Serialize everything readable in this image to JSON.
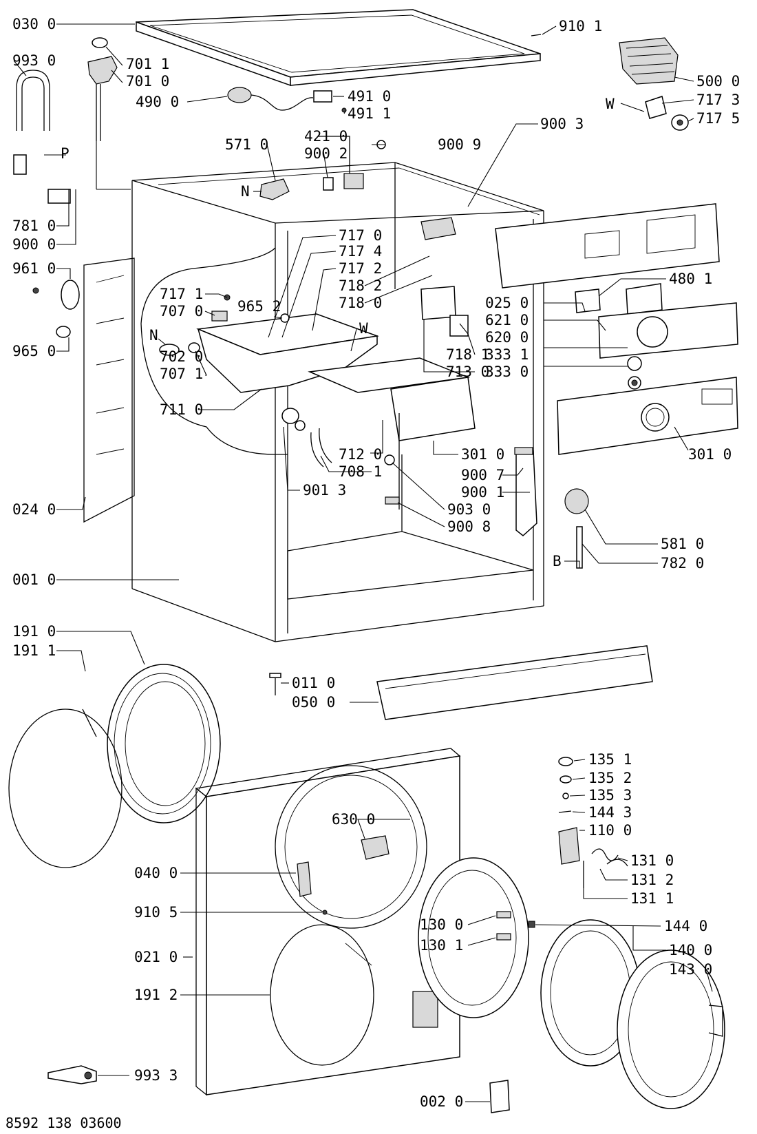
{
  "diagram": {
    "footer_code": "8592 138 03600",
    "callouts": [
      {
        "id": "c0300",
        "text": "030 0"
      },
      {
        "id": "c7011",
        "text": "701 1"
      },
      {
        "id": "c7010",
        "text": "701 0"
      },
      {
        "id": "c9930",
        "text": "993 0"
      },
      {
        "id": "c4900",
        "text": "490 0"
      },
      {
        "id": "c4910",
        "text": "491 0"
      },
      {
        "id": "c4911",
        "text": "491 1"
      },
      {
        "id": "c9101",
        "text": "910 1"
      },
      {
        "id": "c5000",
        "text": "500 0"
      },
      {
        "id": "c7173",
        "text": "717 3"
      },
      {
        "id": "c7175",
        "text": "717 5"
      },
      {
        "id": "cW1",
        "text": "W"
      },
      {
        "id": "c9003",
        "text": "900 3"
      },
      {
        "id": "c4210",
        "text": "421 0"
      },
      {
        "id": "c5710",
        "text": "571 0"
      },
      {
        "id": "c9002",
        "text": "900 2"
      },
      {
        "id": "c9009",
        "text": "900 9"
      },
      {
        "id": "cN1",
        "text": "N"
      },
      {
        "id": "cP",
        "text": "P"
      },
      {
        "id": "c7810",
        "text": "781 0"
      },
      {
        "id": "c9000",
        "text": "900 0"
      },
      {
        "id": "c7170",
        "text": "717 0"
      },
      {
        "id": "c7174",
        "text": "717 4"
      },
      {
        "id": "c7172",
        "text": "717 2"
      },
      {
        "id": "c7182",
        "text": "718 2"
      },
      {
        "id": "c7180",
        "text": "718 0"
      },
      {
        "id": "c9610",
        "text": "961 0"
      },
      {
        "id": "c7171",
        "text": "717 1"
      },
      {
        "id": "c9652",
        "text": "965 2"
      },
      {
        "id": "c7070",
        "text": "707 0"
      },
      {
        "id": "cN2",
        "text": "N"
      },
      {
        "id": "cW2",
        "text": "W"
      },
      {
        "id": "c7020",
        "text": "702 0"
      },
      {
        "id": "c7071",
        "text": "707 1"
      },
      {
        "id": "c9650",
        "text": "965 0"
      },
      {
        "id": "c7110",
        "text": "711 0"
      },
      {
        "id": "c4801",
        "text": "480 1"
      },
      {
        "id": "c0250",
        "text": "025 0"
      },
      {
        "id": "c6210",
        "text": "621 0"
      },
      {
        "id": "c6200",
        "text": "620 0"
      },
      {
        "id": "c3331",
        "text": "333 1"
      },
      {
        "id": "c3330",
        "text": "333 0"
      },
      {
        "id": "c7181",
        "text": "718 1"
      },
      {
        "id": "c7130",
        "text": "713 0"
      },
      {
        "id": "c3010a",
        "text": "301 0"
      },
      {
        "id": "c3010b",
        "text": "301 0"
      },
      {
        "id": "c7120",
        "text": "712 0"
      },
      {
        "id": "c7081",
        "text": "708 1"
      },
      {
        "id": "c9007",
        "text": "900 7"
      },
      {
        "id": "c9013",
        "text": "901 3"
      },
      {
        "id": "c9001",
        "text": "900 1"
      },
      {
        "id": "c9030",
        "text": "903 0"
      },
      {
        "id": "c9008",
        "text": "900 8"
      },
      {
        "id": "c0240",
        "text": "024 0"
      },
      {
        "id": "c5810",
        "text": "581 0"
      },
      {
        "id": "cB",
        "text": "B"
      },
      {
        "id": "c7820",
        "text": "782 0"
      },
      {
        "id": "c0010",
        "text": "001 0"
      },
      {
        "id": "c1910",
        "text": "191 0"
      },
      {
        "id": "c1911",
        "text": "191 1"
      },
      {
        "id": "c0110",
        "text": "011 0"
      },
      {
        "id": "c0500",
        "text": "050 0"
      },
      {
        "id": "c1351",
        "text": "135 1"
      },
      {
        "id": "c1352",
        "text": "135 2"
      },
      {
        "id": "c1353",
        "text": "135 3"
      },
      {
        "id": "c1443",
        "text": "144 3"
      },
      {
        "id": "c1100",
        "text": "110 0"
      },
      {
        "id": "c6300",
        "text": "630 0"
      },
      {
        "id": "c1310",
        "text": "131 0"
      },
      {
        "id": "c1312",
        "text": "131 2"
      },
      {
        "id": "c1311",
        "text": "131 1"
      },
      {
        "id": "c0400",
        "text": "040 0"
      },
      {
        "id": "c9105",
        "text": "910 5"
      },
      {
        "id": "c1300",
        "text": "130 0"
      },
      {
        "id": "c1440",
        "text": "144 0"
      },
      {
        "id": "c1301",
        "text": "130 1"
      },
      {
        "id": "c1400",
        "text": "140 0"
      },
      {
        "id": "c1430",
        "text": "143 0"
      },
      {
        "id": "c0210",
        "text": "021 0"
      },
      {
        "id": "c1912",
        "text": "191 2"
      },
      {
        "id": "c9933",
        "text": "993 3"
      },
      {
        "id": "c0020",
        "text": "002 0"
      }
    ]
  }
}
